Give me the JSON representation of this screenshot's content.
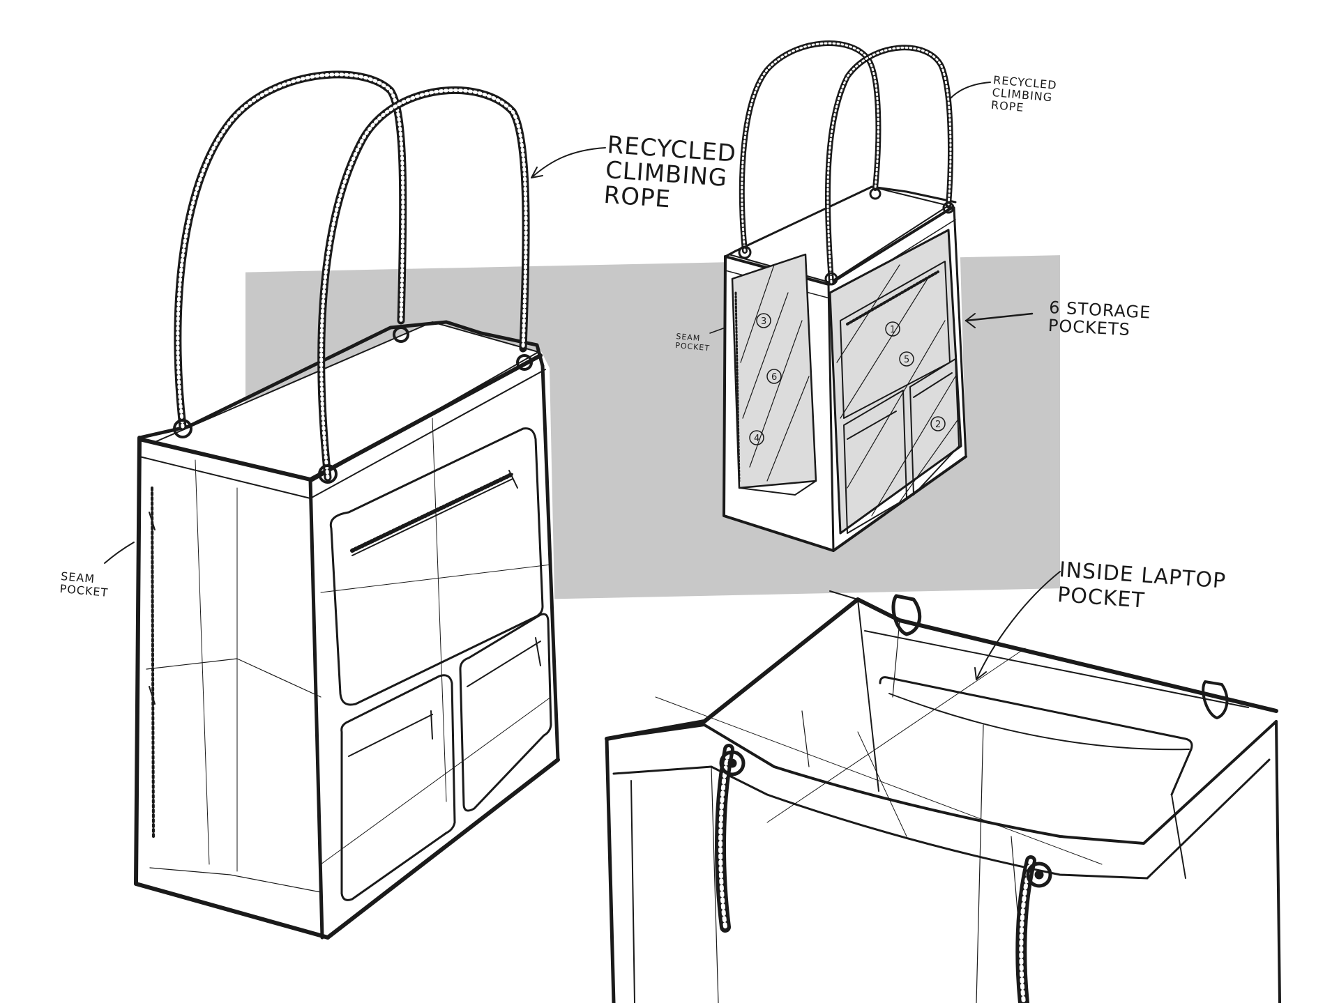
{
  "annotations": {
    "rope_large": "RECYCLED\nCLIMBING\nROPE",
    "rope_small": "RECYCLED\nCLIMBING\nROPE",
    "seam_pocket_large": "SEAM\nPOCKET",
    "seam_pocket_small": "SEAM\nPOCKET",
    "storage_pockets": "6 STORAGE\nPOCKETS",
    "laptop_pocket": "INSIDE LAPTOP\nPOCKET"
  },
  "pocket_numbers": [
    "1",
    "2",
    "3",
    "4",
    "5",
    "6"
  ],
  "colors": {
    "ink": "#1a1a1a",
    "backdrop": "#c8c8c8",
    "paper": "#ffffff"
  }
}
